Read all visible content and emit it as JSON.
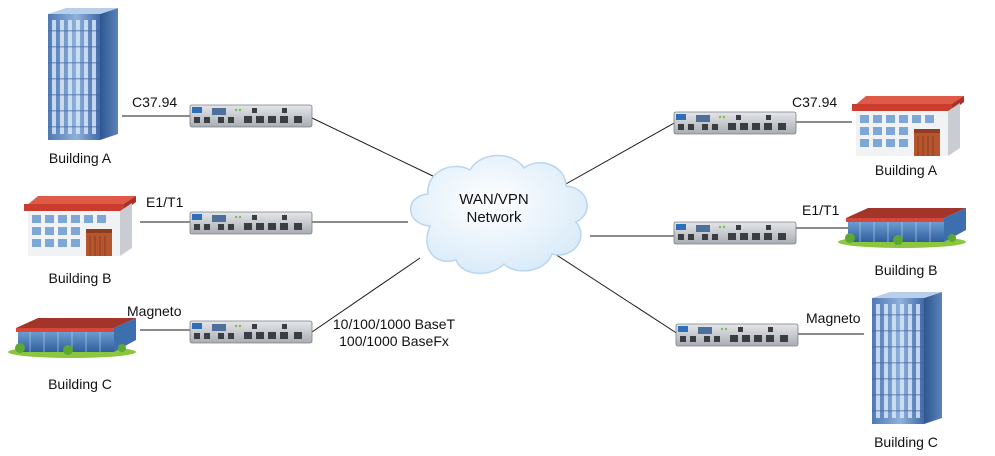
{
  "network": {
    "line1": "WAN/VPN",
    "line2": "Network"
  },
  "ethernet": {
    "line1": "10/100/1000 BaseT",
    "line2": "100/1000 BaseFx"
  },
  "left": [
    {
      "building": "Building A",
      "interface": "C37.94"
    },
    {
      "building": "Building B",
      "interface": "E1/T1"
    },
    {
      "building": "Building C",
      "interface": "Magneto"
    }
  ],
  "right": [
    {
      "building": "Building A",
      "interface": "C37.94"
    },
    {
      "building": "Building B",
      "interface": "E1/T1"
    },
    {
      "building": "Building C",
      "interface": "Magneto"
    }
  ],
  "icons": {
    "tower": "office-tower-icon",
    "small_office": "office-building-icon",
    "warehouse": "warehouse-icon",
    "device": "network-appliance-icon",
    "cloud": "cloud-icon"
  },
  "colors": {
    "line": "#1a1a1a",
    "tower_blue": "#6f96c8",
    "roof_red": "#d8483a",
    "device_grey": "#c9ccd0",
    "cloud_fill": "#e6f1fb"
  }
}
